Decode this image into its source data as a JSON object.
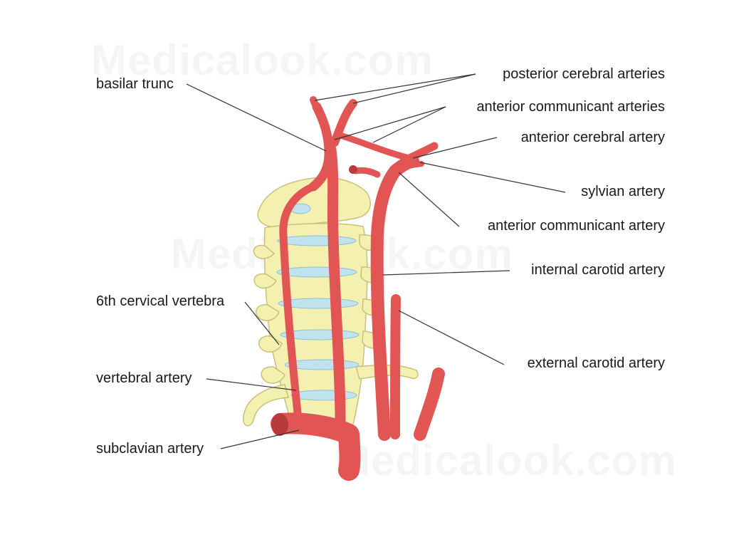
{
  "watermark": "Medicalook.com",
  "colors": {
    "artery": "#e25555",
    "artery_dark": "#b83a3a",
    "bone": "#f4f1b0",
    "bone_outline": "#c8c07a",
    "disc": "#bfe3ef",
    "leader": "#333333"
  },
  "labels": {
    "basilar_trunc": "basilar trunc",
    "posterior_cerebral_arteries": "posterior cerebral arteries",
    "anterior_communicant_arteries": "anterior communicant arteries",
    "anterior_cerebral_artery": "anterior cerebral artery",
    "sylvian_artery": "sylvian artery",
    "anterior_communicant_artery": "anterior communicant artery",
    "internal_carotid_artery": "internal carotid artery",
    "sixth_cervical_vertebra": "6th cervical vertebra",
    "external_carotid_artery": "external carotid artery",
    "vertebral_artery": "vertebral artery",
    "subclavian_artery": "subclavian artery"
  }
}
